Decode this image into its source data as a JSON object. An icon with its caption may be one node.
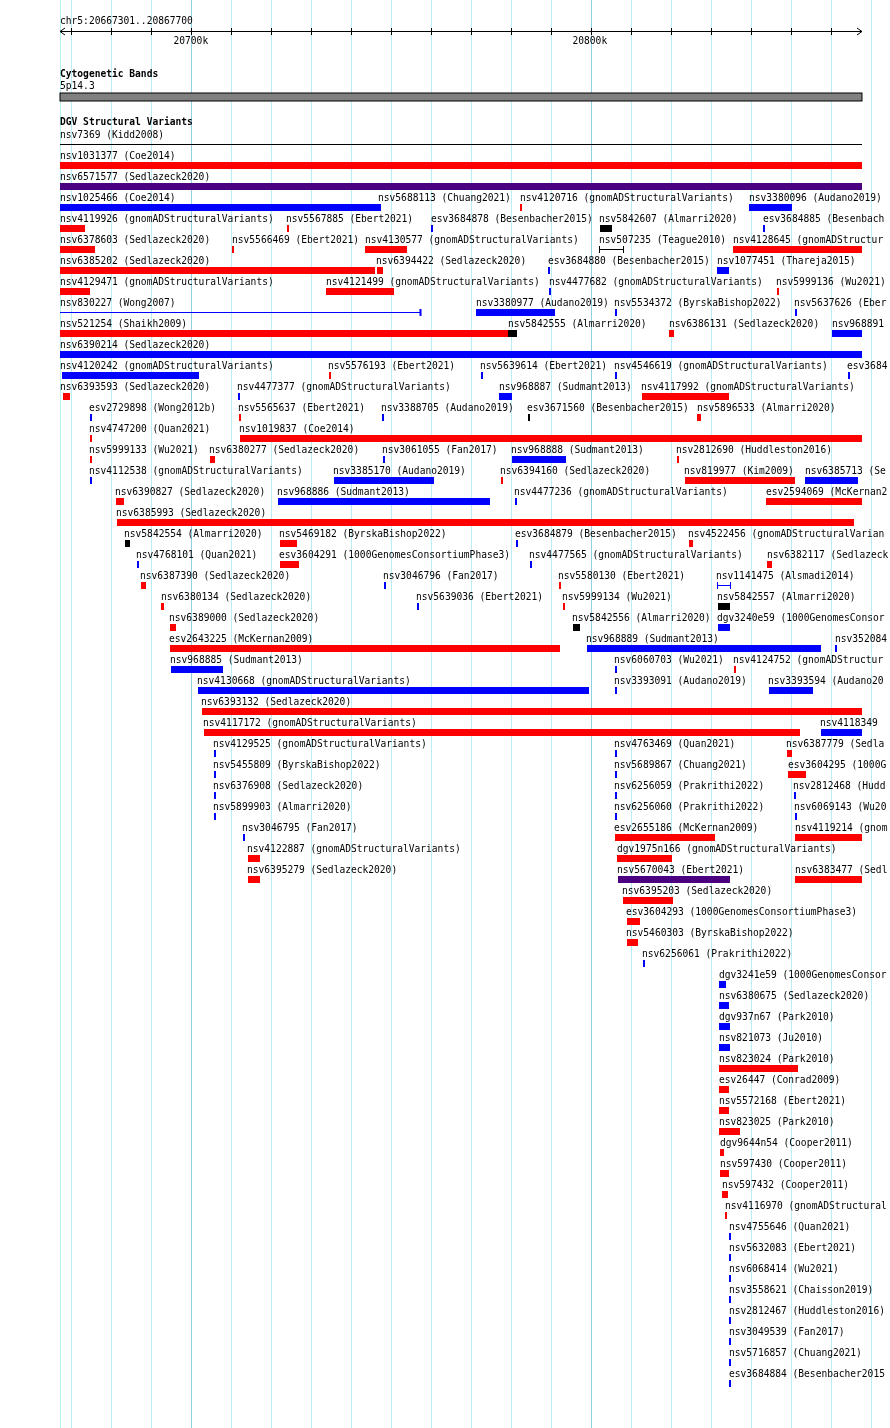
{
  "diagram": {
    "labels": [
      "chr5:20667301..20867700",
      "20700k",
      "20800k",
      "Cytogenetic Bands",
      "5p14.3",
      "DGV Structural Variants",
      "nsv7369 (Kidd2008)",
      "nsv1031377 (Coe2014)",
      "nsv6571577 (Sedlazeck2020)",
      "nsv1025466 (Coe2014)",
      "nsv5688113 (Chuang2021)",
      "nsv4120716 (gnomADStructuralVariants)",
      "nsv3380096 (Audano2019)",
      "nsv4119926 (gnomADStructuralVariants)",
      "nsv5567885 (Ebert2021)",
      "esv3684878 (Besenbacher2015)",
      "nsv5842607 (Almarri2020)",
      "esv3684885 (Besenbach",
      "nsv6378603 (Sedlazeck2020)",
      "nsv5566469 (Ebert2021)",
      "nsv4130577 (gnomADStructuralVariants)",
      "nsv507235 (Teague2010)",
      "nsv4128645 (gnomADStructur",
      "nsv6385202 (Sedlazeck2020)",
      "nsv6394422 (Sedlazeck2020)",
      "esv3684880 (Besenbacher2015)",
      "nsv1077451 (Thareja2015)",
      "nsv4129471 (gnomADStructuralVariants)",
      "nsv4121499 (gnomADStructuralVariants)",
      "nsv4477682 (gnomADStructuralVariants)",
      "nsv5999136 (Wu2021)",
      "nsv830227 (Wong2007)",
      "nsv3380977 (Audano2019)",
      "nsv5534372 (ByrskaBishop2022)",
      "nsv5637626 (Eber",
      "nsv521254 (Shaikh2009)",
      "nsv5842555 (Almarri2020)",
      "nsv6386131 (Sedlazeck2020)",
      "nsv968891",
      "nsv6390214 (Sedlazeck2020)",
      "nsv4120242 (gnomADStructuralVariants)",
      "nsv5576193 (Ebert2021)",
      "nsv5639614 (Ebert2021)",
      "nsv4546619 (gnomADStructuralVariants)",
      "esv3684",
      "nsv6393593 (Sedlazeck2020)",
      "nsv4477377 (gnomADStructuralVariants)",
      "nsv968887 (Sudmant2013)",
      "nsv4117992 (gnomADStructuralVariants)",
      "esv2729898 (Wong2012b)",
      "nsv5565637 (Ebert2021)",
      "nsv3388705 (Audano2019)",
      "esv3671560 (Besenbacher2015)",
      "nsv5896533 (Almarri2020)",
      "nsv4747200 (Quan2021)",
      "nsv1019837 (Coe2014)",
      "nsv5999133 (Wu2021)",
      "nsv6380277 (Sedlazeck2020)",
      "nsv3061055 (Fan2017)",
      "nsv968888 (Sudmant2013)",
      "nsv2812690 (Huddleston2016)",
      "nsv4112538 (gnomADStructuralVariants)",
      "nsv3385170 (Audano2019)",
      "nsv6394160 (Sedlazeck2020)",
      "nsv819977 (Kim2009)",
      "nsv6385713 (Se",
      "nsv6390827 (Sedlazeck2020)",
      "nsv968886 (Sudmant2013)",
      "nsv4477236 (gnomADStructuralVariants)",
      "esv2594069 (McKernan2",
      "nsv6385993 (Sedlazeck2020)",
      "nsv5842554 (Almarri2020)",
      "nsv5469182 (ByrskaBishop2022)",
      "esv3684879 (Besenbacher2015)",
      "nsv4522456 (gnomADStructuralVarian",
      "nsv4768101 (Quan2021)",
      "esv3604291 (1000GenomesConsortiumPhase3)",
      "nsv4477565 (gnomADStructuralVariants)",
      "nsv6382117 (Sedlazeck",
      "nsv6387390 (Sedlazeck2020)",
      "nsv3046796 (Fan2017)",
      "nsv5580130 (Ebert2021)",
      "nsv1141475 (Alsmadi2014)",
      "nsv6380134 (Sedlazeck2020)",
      "nsv5639036 (Ebert2021)",
      "nsv5999134 (Wu2021)",
      "nsv5842557 (Almarri2020)",
      "nsv6389000 (Sedlazeck2020)",
      "nsv5842556 (Almarri2020)",
      "dgv3240e59 (1000GenomesConsor",
      "esv2643225 (McKernan2009)",
      "nsv968889 (Sudmant2013)",
      "nsv352084",
      "nsv968885 (Sudmant2013)",
      "nsv6060703 (Wu2021)",
      "nsv4124752 (gnomADStructur",
      "nsv4130668 (gnomADStructuralVariants)",
      "nsv3393091 (Audano2019)",
      "nsv3393594 (Audano20",
      "nsv6393132 (Sedlazeck2020)",
      "nsv4117172 (gnomADStructuralVariants)",
      "nsv4118349",
      "nsv4129525 (gnomADStructuralVariants)",
      "nsv4763469 (Quan2021)",
      "nsv6387779 (Sedla",
      "nsv5455809 (ByrskaBishop2022)",
      "nsv5689867 (Chuang2021)",
      "esv3604295 (1000G",
      "nsv6376908 (Sedlazeck2020)",
      "nsv6256059 (Prakrithi2022)",
      "nsv2812468 (Hudd",
      "nsv5899903 (Almarri2020)",
      "nsv6256060 (Prakrithi2022)",
      "nsv6069143 (Wu20",
      "nsv3046795 (Fan2017)",
      "esv2655186 (McKernan2009)",
      "nsv4119214 (gnom",
      "nsv4122887 (gnomADStructuralVariants)",
      "dgv1975n166 (gnomADStructuralVariants)",
      "nsv6395279 (Sedlazeck2020)",
      "nsv5670043 (Ebert2021)",
      "nsv6383477 (Sedl",
      "nsv6395203 (Sedlazeck2020)",
      "esv3604293 (1000GenomesConsortiumPhase3)",
      "nsv5460303 (ByrskaBishop2022)",
      "nsv6256061 (Prakrithi2022)",
      "dgv3241e59 (1000GenomesConsor",
      "nsv6380675 (Sedlazeck2020)",
      "dgv937n67 (Park2010)",
      "nsv821073 (Ju2010)",
      "nsv823024 (Park2010)",
      "esv26447 (Conrad2009)",
      "nsv5572168 (Ebert2021)",
      "nsv823025 (Park2010)",
      "dgv9644n54 (Cooper2011)",
      "nsv597430 (Cooper2011)",
      "nsv597432 (Cooper2011)",
      "nsv4116970 (gnomADStructural",
      "nsv4755646 (Quan2021)",
      "nsv5632083 (Ebert2021)",
      "nsv6068414 (Wu2021)",
      "nsv3558621 (Chaisson2019)",
      "nsv2812467 (Huddleston2016)",
      "nsv3049539 (Fan2017)",
      "nsv5716857 (Chuang2021)",
      "esv3684884 (Besenbacher2015"
    ]
  }
}
